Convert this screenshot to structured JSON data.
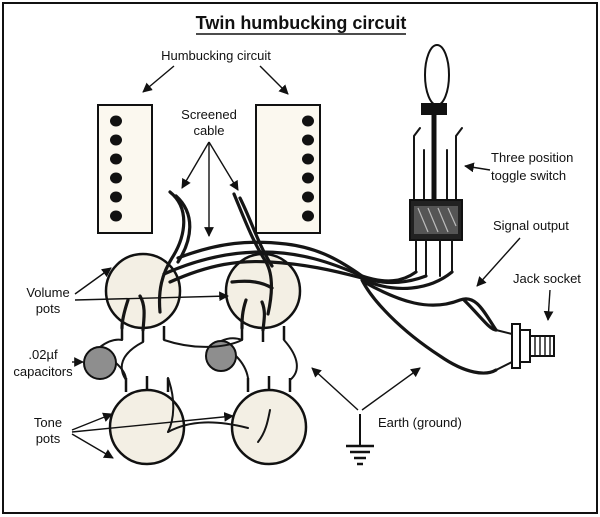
{
  "title": "Twin humbucking circuit",
  "labels": {
    "humbucking_circuit": "Humbucking circuit",
    "screened_cable_1": "Screened",
    "screened_cable_2": "cable",
    "three_position_1": "Three position",
    "three_position_2": "toggle switch",
    "signal_output": "Signal output",
    "jack_socket": "Jack socket",
    "volume_pots_1": "Volume",
    "volume_pots_2": "pots",
    "capacitors_1": ".02µf",
    "capacitors_2": "capacitors",
    "tone_pots_1": "Tone",
    "tone_pots_2": "pots",
    "earth": "Earth (ground)"
  },
  "colors": {
    "ink": "#111111",
    "pot_fill": "#f3efe4",
    "capacitor_fill": "#8e8e8e"
  },
  "icons": [
    "arrow-icon",
    "ground-symbol-icon"
  ]
}
